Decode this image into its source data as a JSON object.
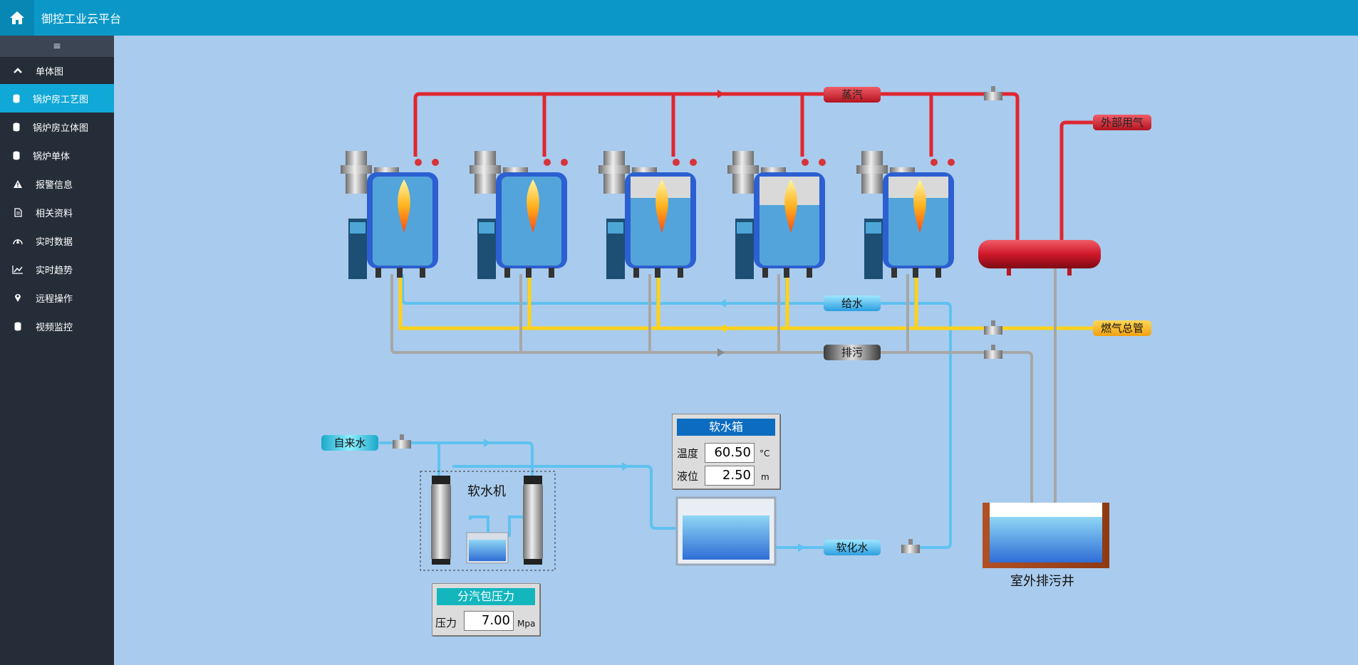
{
  "header": {
    "title": "御控工业云平台"
  },
  "sidebar": {
    "toggle_glyph": "≡",
    "items": [
      {
        "label": "单体图",
        "icon": "chevron-up-icon"
      },
      {
        "label": "锅炉房工艺图",
        "icon": "database-icon",
        "active": true
      },
      {
        "label": "锅炉房立体图",
        "icon": "database-icon"
      },
      {
        "label": "锅炉单体",
        "icon": "database-icon"
      },
      {
        "label": "报警信息",
        "icon": "warning-icon"
      },
      {
        "label": "相关资料",
        "icon": "document-icon"
      },
      {
        "label": "实时数据",
        "icon": "gauge-icon"
      },
      {
        "label": "实时趋势",
        "icon": "line-chart-icon"
      },
      {
        "label": "远程操作",
        "icon": "map-marker-icon"
      },
      {
        "label": "视频监控",
        "icon": "database-icon"
      }
    ]
  },
  "diagram": {
    "labels": {
      "steam": "蒸汽",
      "external_gas": "外部用气",
      "feed_water": "给水",
      "gas_main": "燃气总管",
      "blowdown": "排污",
      "tap_water": "自来水",
      "softener": "软水机",
      "soft_water": "软化水",
      "drain_well": "室外排污井"
    },
    "soft_tank": {
      "title": "软水箱",
      "temp_label": "温度",
      "temp_value": "60.50",
      "temp_unit": "°C",
      "level_label": "液位",
      "level_value": "2.50",
      "level_unit": "m"
    },
    "header_pressure": {
      "title": "分汽包压力",
      "label": "压力",
      "value": "7.00",
      "unit": "Mpa"
    }
  },
  "colors": {
    "steam": "#e0262f",
    "gas": "#ffd21a",
    "water": "#5ec2f0",
    "blowdown": "#a7a7a7",
    "topbar": "#0b98c9",
    "sidebar": "#252d38",
    "active": "#10a8d6",
    "background": "#a9cbed"
  }
}
